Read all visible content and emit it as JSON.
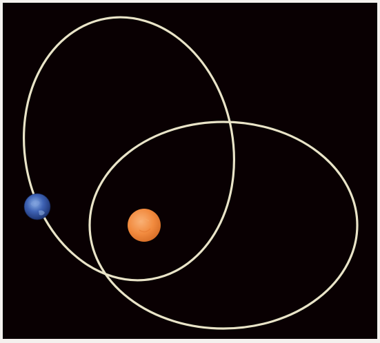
{
  "colors": {
    "background": "#090002",
    "frame": "#f4f1ee",
    "orbit": "#e9e4c8",
    "sun": "#f18a3e",
    "sun_highlight": "#f7a866",
    "planet": "#3e62b4",
    "planet_dark": "#162a63",
    "planet_highlight": "#8bb0e6"
  },
  "icons": {
    "sun": "sun-icon",
    "planet": "earth-icon"
  },
  "orbits": [
    {
      "name": "orbit-tall-left"
    },
    {
      "name": "orbit-wide-right"
    }
  ],
  "bodies": [
    {
      "name": "sun"
    },
    {
      "name": "earth"
    }
  ]
}
